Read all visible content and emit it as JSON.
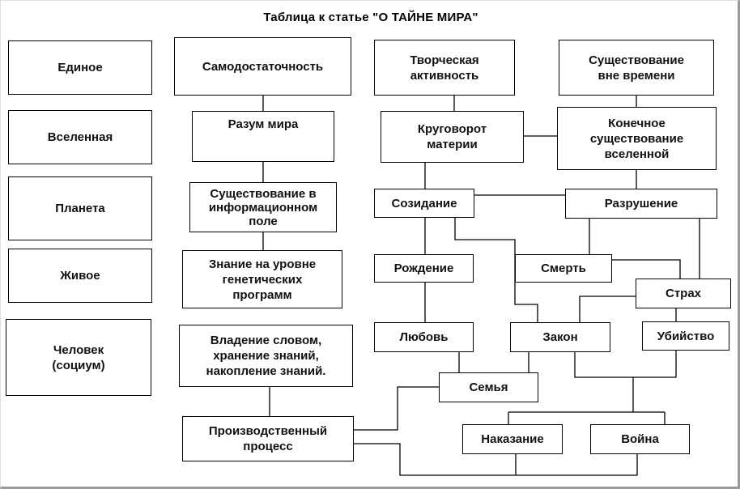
{
  "title": "Таблица к статье \"О ТАЙНЕ МИРА\"",
  "levels": {
    "l1": "Единое",
    "l2": "Вселенная",
    "l3": "Планета",
    "l4": "Живое",
    "l5": "Человек\n(социум)"
  },
  "nodes": {
    "samodostatochnost": "Самодостаточность",
    "razum_mira": "Разум мира",
    "sushchestvovanie_info": "Существование в\nинформационном\nполе",
    "znanie": "Знание на уровне\nгенетических\nпрограмм",
    "vladenie": "Владение словом,\nхранение знаний,\nнакопление знаний.",
    "proizvodstvo": "Производственный\nпроцесс",
    "tvorcheskaya": "Творческая\nактивность",
    "krugovorot": "Круговорот\nматерии",
    "sozidanie": "Созидание",
    "rozhdenie": "Рождение",
    "lyubov": "Любовь",
    "semya": "Семья",
    "nakazanie": "Наказание",
    "sushchestvovanie_vne": "Существование\nвне времени",
    "konechnoe": "Конечное\nсуществование\nвселенной",
    "razrushenie": "Разрушение",
    "smert": "Смерть",
    "strakh": "Страх",
    "zakon": "Закон",
    "ubiystvo": "Убийство",
    "voyna": "Война"
  },
  "colors": {
    "line": "#000000",
    "box_border": "#000000",
    "background": "#ffffff",
    "frame": "#9a9a9a"
  }
}
